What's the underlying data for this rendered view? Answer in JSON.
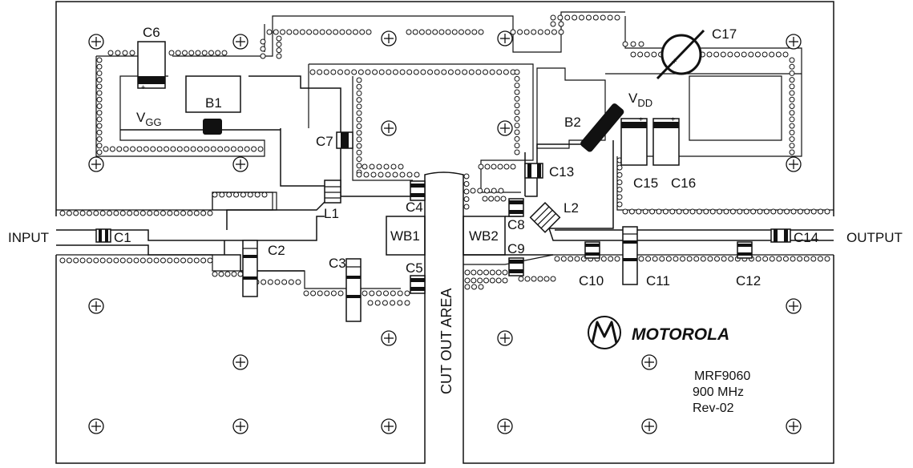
{
  "labels": {
    "input": "INPUT",
    "output": "OUTPUT",
    "cutout": "CUT OUT AREA",
    "vgg_main": "V",
    "vgg_sub": "GG",
    "vdd_main": "V",
    "vdd_sub": "DD",
    "c1": "C1",
    "c2": "C2",
    "c3": "C3",
    "c4": "C4",
    "c5": "C5",
    "c6": "C6",
    "c7": "C7",
    "c8": "C8",
    "c9": "C9",
    "c10": "C10",
    "c11": "C11",
    "c12": "C12",
    "c13": "C13",
    "c14": "C14",
    "c15": "C15",
    "c16": "C16",
    "c17": "C17",
    "b1": "B1",
    "b2": "B2",
    "l1": "L1",
    "l2": "L2",
    "wb1": "WB1",
    "wb2": "WB2",
    "brand": "MOTOROLA",
    "model": "MRF9060",
    "freq": "900 MHz",
    "rev": "Rev-02"
  },
  "colors": {
    "ink": "#111111",
    "board": "#ffffff"
  }
}
